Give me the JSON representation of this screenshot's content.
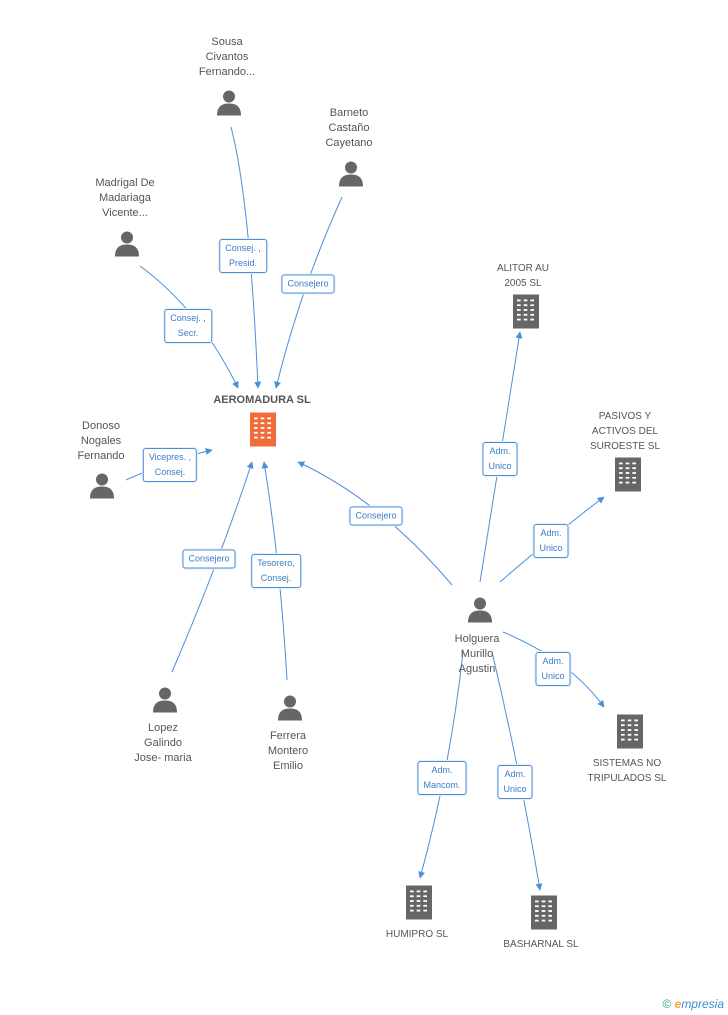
{
  "nodes": [
    {
      "id": "aeromadura",
      "kind": "company-main",
      "label": "AEROMADURA SL"
    },
    {
      "id": "sousa",
      "kind": "person",
      "label": "Sousa\nCivantos\nFernando..."
    },
    {
      "id": "barneto",
      "kind": "person",
      "label": "Barneto\nCastaño\nCayetano"
    },
    {
      "id": "madrigal",
      "kind": "person",
      "label": "Madrigal De\nMadariaga\nVicente..."
    },
    {
      "id": "donoso",
      "kind": "person",
      "label": "Donoso\nNogales\nFernando"
    },
    {
      "id": "lopez",
      "kind": "person",
      "label": "Lopez\nGalindo\nJose- maria"
    },
    {
      "id": "ferrera",
      "kind": "person",
      "label": "Ferrera\nMontero\nEmilio"
    },
    {
      "id": "holguera",
      "kind": "person",
      "label": "Holguera\nMurillo\nAgustin"
    },
    {
      "id": "alitor",
      "kind": "company",
      "label": "ALITOR AU\n2005  SL"
    },
    {
      "id": "pasivos",
      "kind": "company",
      "label": "PASIVOS Y\nACTIVOS DEL\nSUROESTE SL"
    },
    {
      "id": "sistemas",
      "kind": "company",
      "label": "SISTEMAS NO\nTRIPULADOS  SL"
    },
    {
      "id": "humipro",
      "kind": "company",
      "label": "HUMIPRO SL"
    },
    {
      "id": "basharnal",
      "kind": "company",
      "label": "BASHARNAL SL"
    }
  ],
  "edges": [
    {
      "from": "sousa",
      "to": "aeromadura",
      "label": "Consej. ,\nPresid."
    },
    {
      "from": "barneto",
      "to": "aeromadura",
      "label": "Consejero"
    },
    {
      "from": "madrigal",
      "to": "aeromadura",
      "label": "Consej. ,\nSecr."
    },
    {
      "from": "donoso",
      "to": "aeromadura",
      "label": "Vicepres. ,\nConsej."
    },
    {
      "from": "lopez",
      "to": "aeromadura",
      "label": "Consejero"
    },
    {
      "from": "ferrera",
      "to": "aeromadura",
      "label": "Tesorero,\nConsej."
    },
    {
      "from": "holguera",
      "to": "aeromadura",
      "label": "Consejero"
    },
    {
      "from": "holguera",
      "to": "alitor",
      "label": "Adm.\nUnico"
    },
    {
      "from": "holguera",
      "to": "pasivos",
      "label": "Adm.\nUnico"
    },
    {
      "from": "holguera",
      "to": "sistemas",
      "label": "Adm.\nUnico"
    },
    {
      "from": "holguera",
      "to": "humipro",
      "label": "Adm.\nMancom."
    },
    {
      "from": "holguera",
      "to": "basharnal",
      "label": "Adm.\nUnico"
    }
  ],
  "colors": {
    "edge": "#4a90d9",
    "person_icon": "#666666",
    "company_icon": "#666666",
    "main_company_icon": "#f26b3a"
  },
  "footer": {
    "copyright": "©",
    "brand_e": "e",
    "brand_rest": "mpresia"
  }
}
